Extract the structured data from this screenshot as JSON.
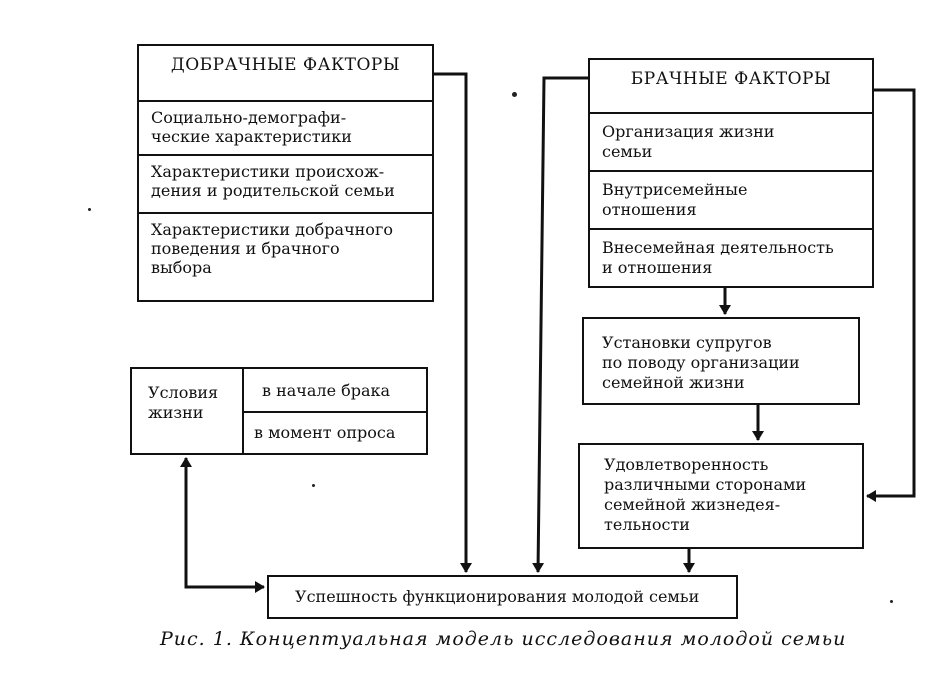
{
  "premarital": {
    "title": "ДОБРАЧНЫЕ ФАКТОРЫ",
    "items": [
      "Социально-демографи-\nческие характеристики",
      "Характеристики происхож-\nдения и родительской семьи",
      "Характеристики добрачного\nповедения и брачного\nвыбора"
    ]
  },
  "marital": {
    "title": "БРАЧНЫЕ ФАКТОРЫ",
    "items": [
      "Организация жизни\nсемьи",
      "Внутрисемейные\nотношения",
      "Внесемейная деятельность\nи отношения"
    ]
  },
  "living": {
    "label": "Условия\nжизни",
    "options": [
      "в начале брака",
      "в момент опроса"
    ]
  },
  "attitudes": "Установки супругов\nпо поводу организации\nсемейной жизни",
  "satisfaction": "Удовлетворенность\nразличными сторонами\nсемейной жизнедея-\nтельности",
  "success": "Успешность функционирования молодой семьи",
  "caption": "Рис. 1. Концептуальная модель исследования молодой семьи"
}
